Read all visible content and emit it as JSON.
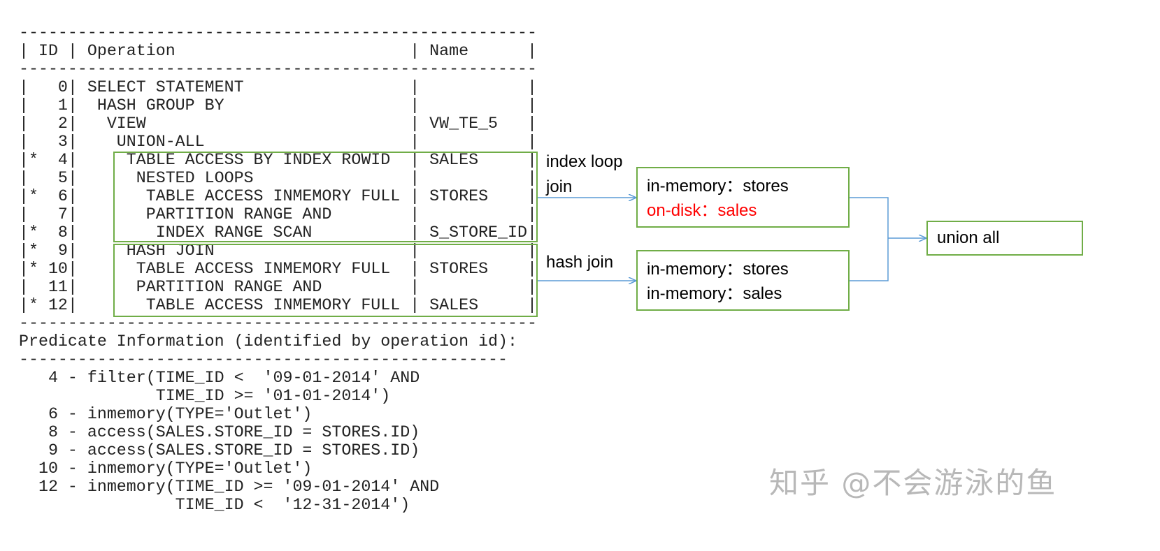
{
  "plan": {
    "header": {
      "left": "| ID | Operation",
      "name": "Name"
    },
    "rows": [
      {
        "id": "0",
        "star": false,
        "indent": 0,
        "operation": "SELECT STATEMENT",
        "name": ""
      },
      {
        "id": "1",
        "star": false,
        "indent": 1,
        "operation": "HASH GROUP BY",
        "name": ""
      },
      {
        "id": "2",
        "star": false,
        "indent": 2,
        "operation": "VIEW",
        "name": "VW_TE_5"
      },
      {
        "id": "3",
        "star": false,
        "indent": 3,
        "operation": "UNION-ALL",
        "name": ""
      },
      {
        "id": "4",
        "star": true,
        "indent": 4,
        "operation": "TABLE ACCESS BY INDEX ROWID",
        "name": "SALES"
      },
      {
        "id": "5",
        "star": false,
        "indent": 5,
        "operation": "NESTED LOOPS",
        "name": ""
      },
      {
        "id": "6",
        "star": true,
        "indent": 6,
        "operation": "TABLE ACCESS INMEMORY FULL",
        "name": "STORES"
      },
      {
        "id": "7",
        "star": false,
        "indent": 6,
        "operation": "PARTITION RANGE AND",
        "name": ""
      },
      {
        "id": "8",
        "star": true,
        "indent": 7,
        "operation": "INDEX RANGE SCAN",
        "name": "S_STORE_ID"
      },
      {
        "id": "9",
        "star": true,
        "indent": 4,
        "operation": "HASH JOIN",
        "name": ""
      },
      {
        "id": "10",
        "star": true,
        "indent": 5,
        "operation": "TABLE ACCESS INMEMORY FULL",
        "name": "STORES"
      },
      {
        "id": "11",
        "star": false,
        "indent": 5,
        "operation": "PARTITION RANGE AND",
        "name": ""
      },
      {
        "id": "12",
        "star": true,
        "indent": 6,
        "operation": "TABLE ACCESS INMEMORY FULL",
        "name": "SALES"
      }
    ],
    "predicate_title": "Predicate Information (identified by operation id):",
    "predicates": [
      "   4 - filter(TIME_ID <  '09-01-2014' AND",
      "              TIME_ID >= '01-01-2014')",
      "   6 - inmemory(TYPE='Outlet')",
      "   8 - access(SALES.STORE_ID = STORES.ID)",
      "   9 - access(SALES.STORE_ID = STORES.ID)",
      "  10 - inmemory(TYPE='Outlet')",
      "  12 - inmemory(TIME_ID >= '09-01-2014' AND",
      "                TIME_ID <  '12-31-2014')"
    ]
  },
  "annotations": {
    "index_loop_label": [
      "index loop",
      "join"
    ],
    "hash_join_label": "hash join",
    "box_index_loop": {
      "line1": "in-memory：stores",
      "line2": "on-disk：sales"
    },
    "box_hash_join": {
      "line1": "in-memory：stores",
      "line2": "in-memory：sales"
    },
    "union_label": "union all"
  },
  "colors": {
    "box_border": "#70AD47",
    "arrow": "#5B9BD5",
    "on_disk_text": "#FF0000"
  },
  "watermark": "知乎 @不会游泳的鱼"
}
